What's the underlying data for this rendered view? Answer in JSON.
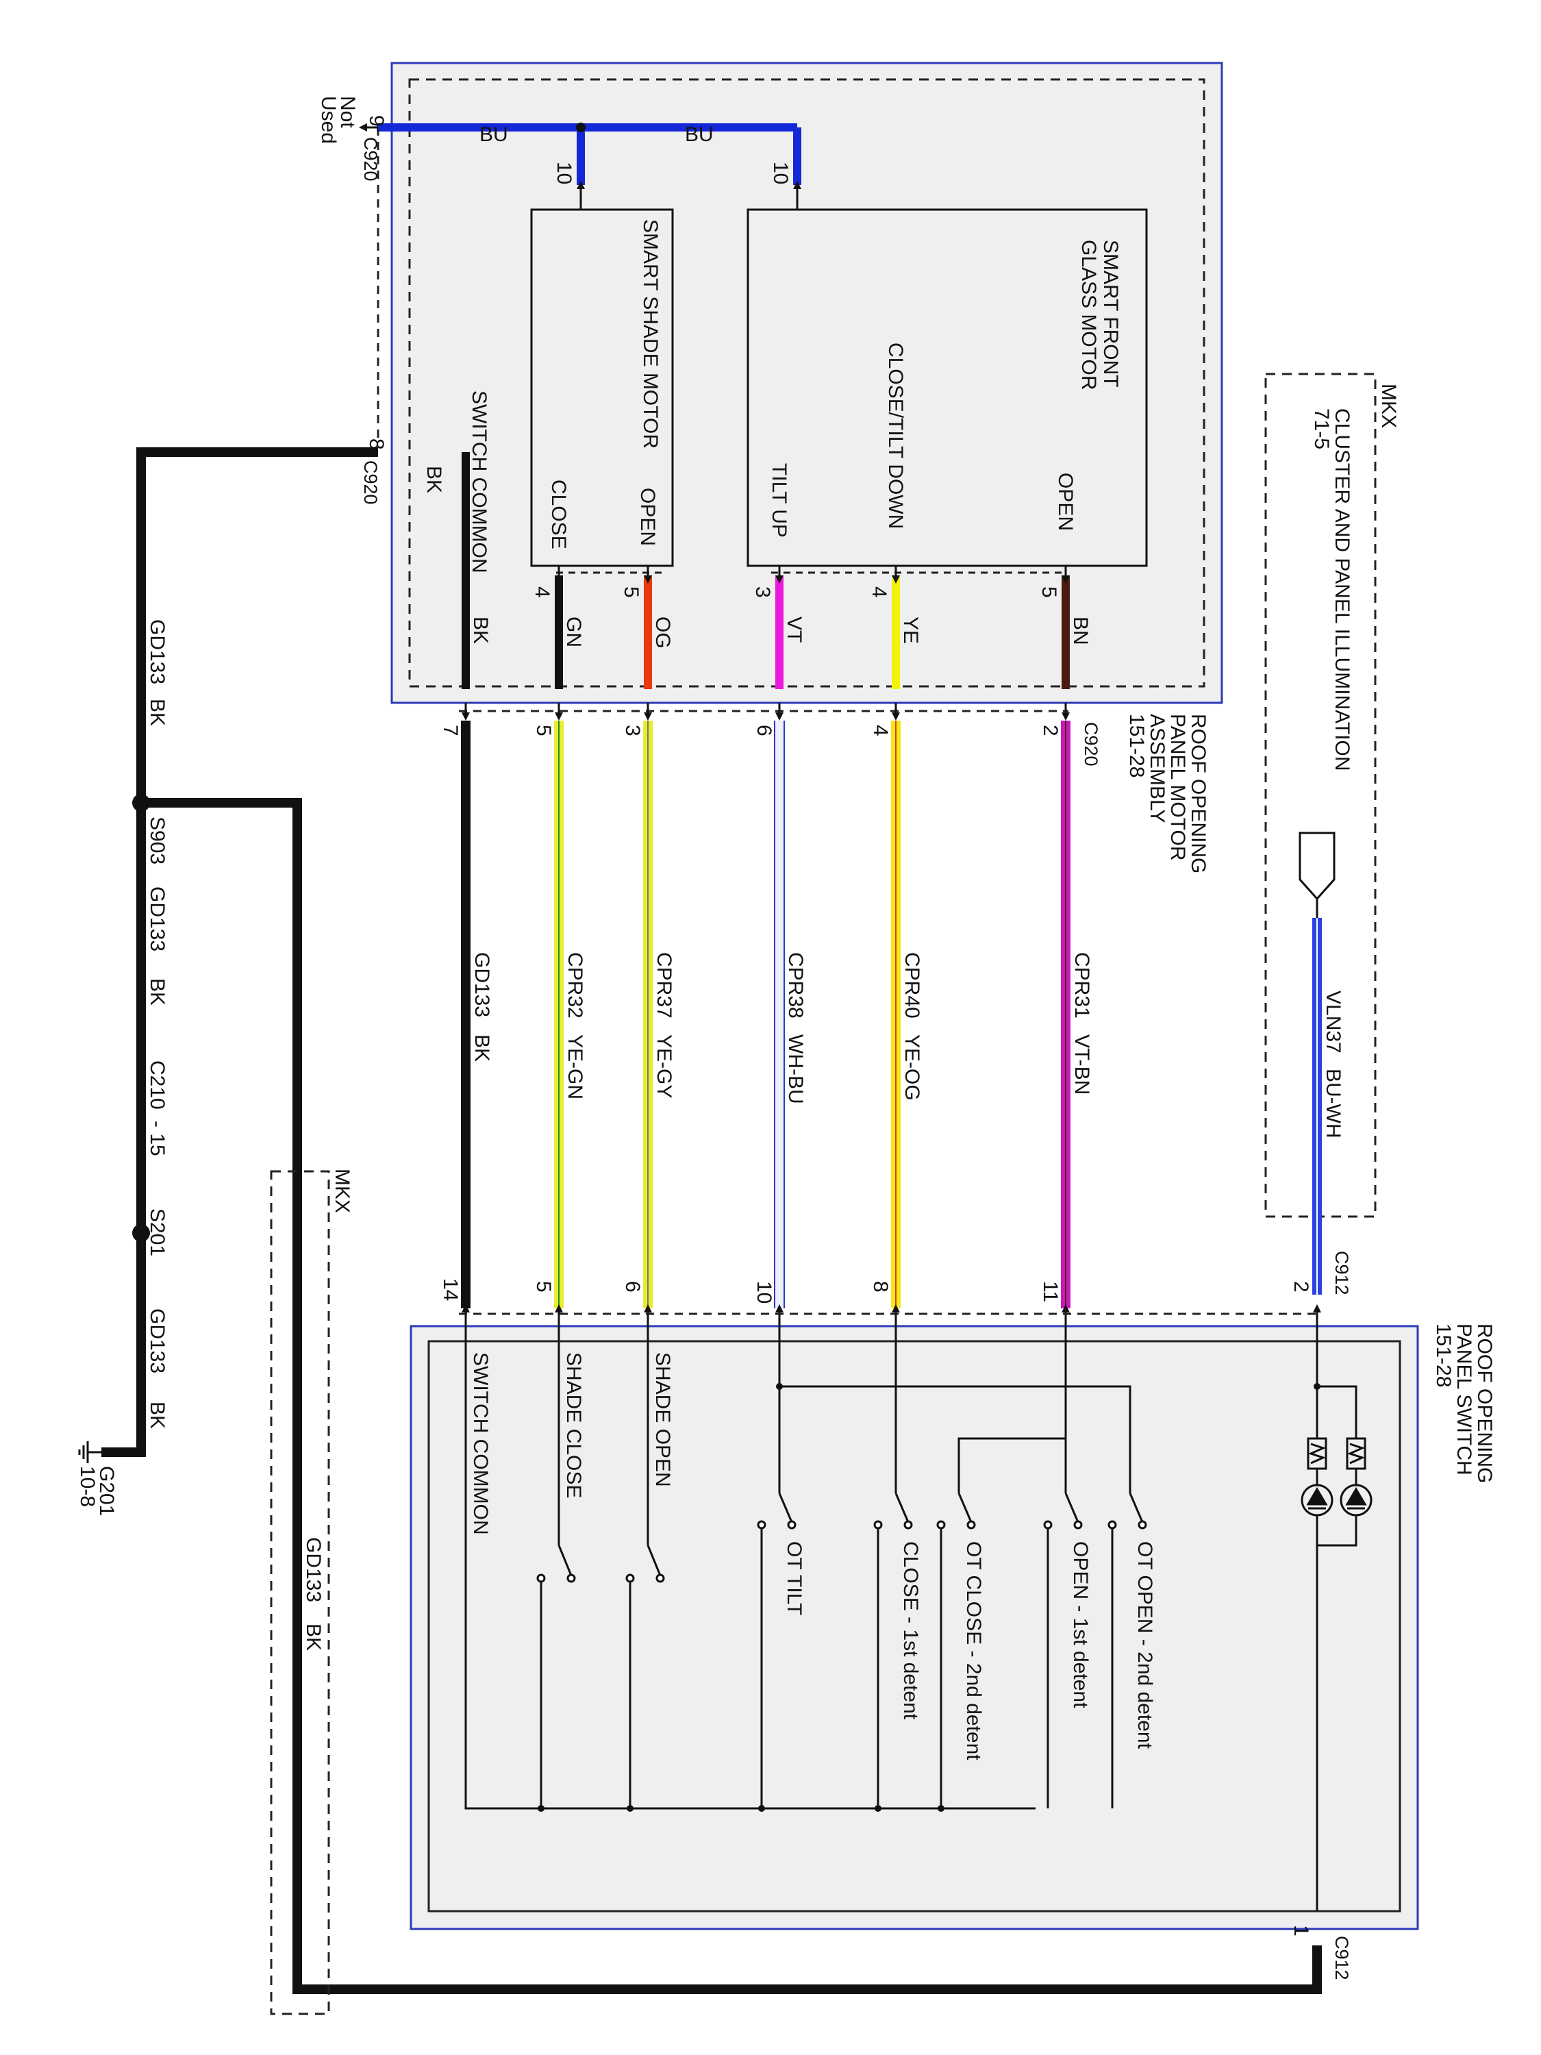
{
  "colors": {
    "BK": "#111111",
    "BU": "#1428d8",
    "GN": "#111111",
    "OG": "#e83a10",
    "VT": "#ec1ad8",
    "YE": "#f2f20a",
    "BN": "#4a1a10",
    "VT-BN": "#c81ab8",
    "YE-OG": "#f2e81a",
    "WH-BU": "#eef0ff",
    "YE-GY": "#e8ec30",
    "YE-GN": "#e8ec30",
    "BU-WH": "#2c40e8",
    "module_fill": "#efefef",
    "module_border": "#2a3ab8"
  },
  "motor_assembly": {
    "title": [
      "ROOF OPENING",
      "PANEL MOTOR",
      "ASSEMBLY",
      "151-28"
    ],
    "connector": "C920",
    "smart_front_glass_motor": {
      "title": [
        "SMART FRONT",
        "GLASS MOTOR"
      ],
      "open": "OPEN",
      "close_tilt_down": "CLOSE/TILT DOWN",
      "tilt_up": "TILT UP"
    },
    "smart_shade_motor": {
      "title": "SMART SHADE MOTOR",
      "open": "OPEN",
      "close": "CLOSE"
    },
    "switch_common": "SWITCH COMMON",
    "pins": {
      "bu_a": "10",
      "bu_b": "10",
      "bn": "5",
      "ye": "4",
      "vt": "3",
      "og": "5",
      "gn": "4"
    },
    "wire_codes": {
      "bu_a": "BU",
      "bu_b": "BU",
      "bn": "BN",
      "ye": "YE",
      "vt": "VT",
      "og": "OG",
      "gn": "GN",
      "bk": "BK",
      "bk_ext": "BK"
    }
  },
  "c920_external": {
    "not_used": [
      "Not",
      "Used"
    ],
    "pin9": "9",
    "pin9_conn": "C920",
    "pin8": "8",
    "pin8_conn": "C920",
    "pins": {
      "p2": "2",
      "p4": "4",
      "p6": "6",
      "p3": "3",
      "p5": "5",
      "p7": "7"
    },
    "conn_label": "C920"
  },
  "circuits": {
    "cpr31": {
      "name": "CPR31",
      "color": "VT-BN"
    },
    "cpr40": {
      "name": "CPR40",
      "color": "YE-OG"
    },
    "cpr38": {
      "name": "CPR38",
      "color": "WH-BU"
    },
    "cpr37": {
      "name": "CPR37",
      "color": "YE-GY"
    },
    "cpr32": {
      "name": "CPR32",
      "color": "YE-GN"
    },
    "gd133": {
      "name": "GD133",
      "color": "BK"
    },
    "vln37": {
      "name": "VLN37",
      "color": "BU-WH"
    }
  },
  "cluster": {
    "mkx": "MKX",
    "title": "CLUSTER AND PANEL ILLUMINATION",
    "page": "71-5"
  },
  "ground": {
    "gd133_a": {
      "name": "GD133",
      "color": "BK"
    },
    "s903": "S903",
    "gd133_b": {
      "name": "GD133",
      "color": "BK"
    },
    "c210": "C210",
    "c210_pin": "- 15",
    "s201": "S201",
    "gd133_c": {
      "name": "GD133",
      "color": "BK"
    },
    "g201": "G201",
    "g201_page": "10-8",
    "mkx": "MKX",
    "gd133_d": {
      "name": "GD133",
      "color": "BK"
    }
  },
  "switch_module": {
    "title": [
      "ROOF OPENING",
      "PANEL SWITCH",
      "151-28"
    ],
    "connector": "C912",
    "pins": {
      "p2": "2",
      "p11": "11",
      "p8": "8",
      "p10": "10",
      "p6": "6",
      "p5": "5",
      "p14": "14",
      "p1": "1"
    },
    "labels": {
      "switch_common": "SWITCH COMMON",
      "shade_close": "SHADE CLOSE",
      "shade_open": "SHADE OPEN",
      "ot_tilt": "OT TILT",
      "close_1st": "CLOSE - 1st detent",
      "ot_close_2nd": "OT CLOSE - 2nd detent",
      "open_1st": "OPEN - 1st detent",
      "ot_open_2nd": "OT OPEN - 2nd detent"
    }
  }
}
